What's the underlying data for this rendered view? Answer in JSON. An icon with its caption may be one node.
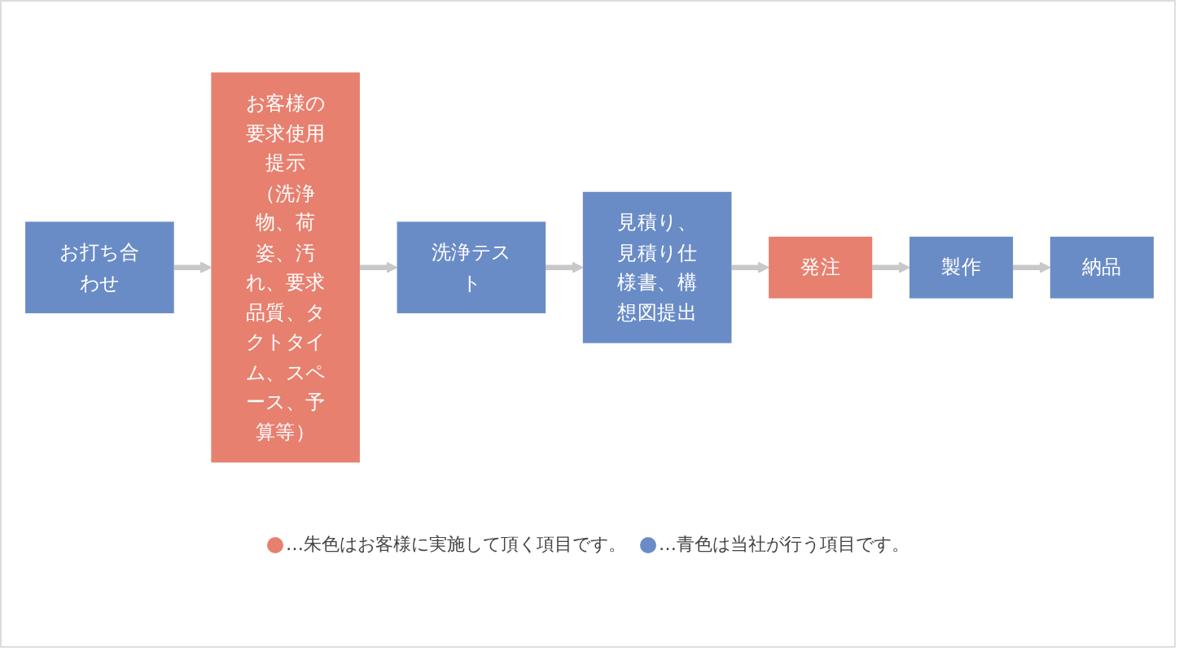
{
  "diagram": {
    "nodes": [
      {
        "text": [
          "お打ち合わせ"
        ]
      },
      {
        "text": [
          "お客様の要求使用提示",
          "（洗浄物、荷姿、汚れ、要求品質、タクトタイム、スペース、予算等）"
        ]
      },
      {
        "text": [
          "洗浄テスト"
        ]
      },
      {
        "text": [
          "見積り、見積り仕様書、構想図提出"
        ]
      },
      {
        "text": [
          "発注"
        ]
      },
      {
        "text": [
          "製作"
        ]
      },
      {
        "text": [
          "納品"
        ]
      }
    ],
    "edges": [
      {
        "from": 0,
        "to": 1,
        "arrow": "to"
      },
      {
        "from": 1,
        "to": 2,
        "arrow": "to"
      },
      {
        "from": 2,
        "to": 3,
        "arrow": "to"
      },
      {
        "from": 3,
        "to": 4,
        "arrow": "to"
      },
      {
        "from": 4,
        "to": 5,
        "arrow": "to"
      },
      {
        "from": 5,
        "to": 6,
        "arrow": "to"
      }
    ],
    "legend": [
      {
        "text": "…朱色はお客様に実施して頂く項目です。",
        "color": "#e8806f"
      },
      {
        "text": "…青色は当社が行う項目です。",
        "color": "#6a8cc6"
      }
    ]
  }
}
